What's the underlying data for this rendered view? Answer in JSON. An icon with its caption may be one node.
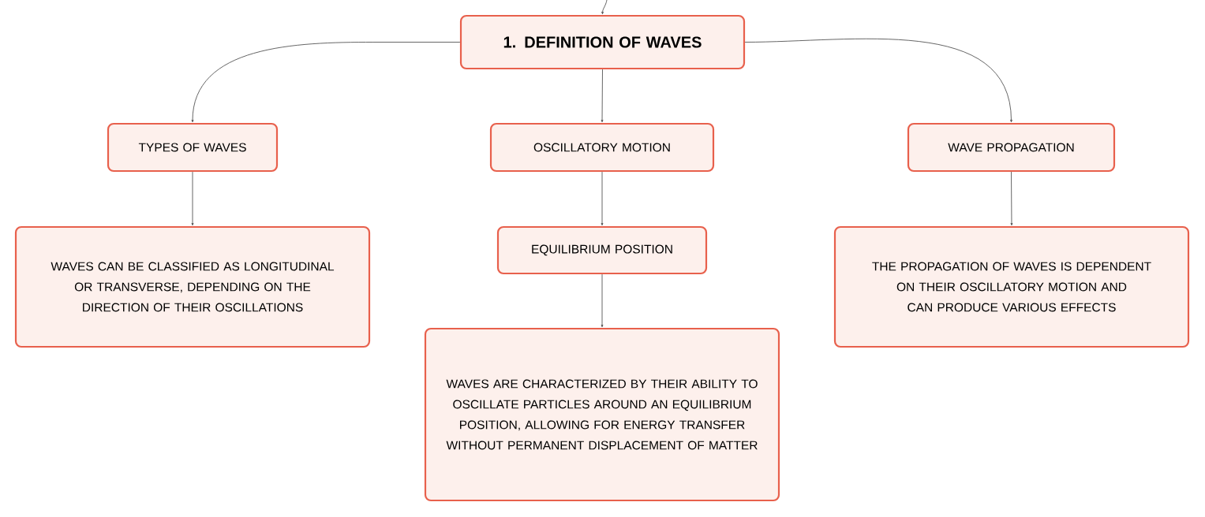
{
  "diagram": {
    "nodes": [
      {
        "text": [
          "1. DEFINITION OF WAVES"
        ]
      },
      {
        "text": [
          "TYPES OF WAVES"
        ]
      },
      {
        "text": [
          "OSCILLATORY MOTION"
        ]
      },
      {
        "text": [
          "WAVE PROPAGATION"
        ]
      },
      {
        "text": [
          "WAVES CAN BE CLASSIFIED AS LONGITUDINAL OR TRANSVERSE, DEPENDING ON THE DIRECTION OF THEIR OSCILLATIONS"
        ]
      },
      {
        "text": [
          "EQUILIBRIUM POSITION"
        ]
      },
      {
        "text": [
          "THE PROPAGATION OF WAVES IS DEPENDENT ON THEIR OSCILLATORY MOTION AND CAN PRODUCE VARIOUS EFFECTS"
        ]
      },
      {
        "text": [
          "WAVES ARE CHARACTERIZED BY THEIR ABILITY TO OSCILLATE PARTICLES AROUND AN EQUILIBRIUM POSITION, ALLOWING FOR ENERGY TRANSFER WITHOUT PERMANENT DISPLACEMENT OF MATTER"
        ]
      }
    ],
    "edges": [
      {
        "from": null,
        "to": 0,
        "arrow": "to"
      },
      {
        "from": 0,
        "to": 1,
        "arrow": "to"
      },
      {
        "from": 0,
        "to": 2,
        "arrow": "to"
      },
      {
        "from": 0,
        "to": 3,
        "arrow": "to"
      },
      {
        "from": 1,
        "to": 4,
        "arrow": "to"
      },
      {
        "from": 2,
        "to": 5,
        "arrow": "to"
      },
      {
        "from": 3,
        "to": 6,
        "arrow": "to"
      },
      {
        "from": 5,
        "to": 7,
        "arrow": "to"
      }
    ]
  }
}
